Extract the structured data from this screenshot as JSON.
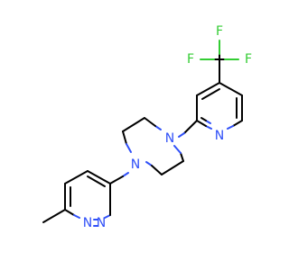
{
  "molecule": {
    "colors": {
      "nitrogen": "#3050F8",
      "fluorine": "#33CC33",
      "bond": "#000000",
      "background": "#FFFFFF"
    },
    "atoms": {
      "pip_n1": "N",
      "pip_n4": "N",
      "pyridine_n": "N",
      "pyridazine_n1": "N",
      "pyridazine_n2": "N",
      "f1": "F",
      "f2": "F",
      "f3": "F"
    }
  }
}
